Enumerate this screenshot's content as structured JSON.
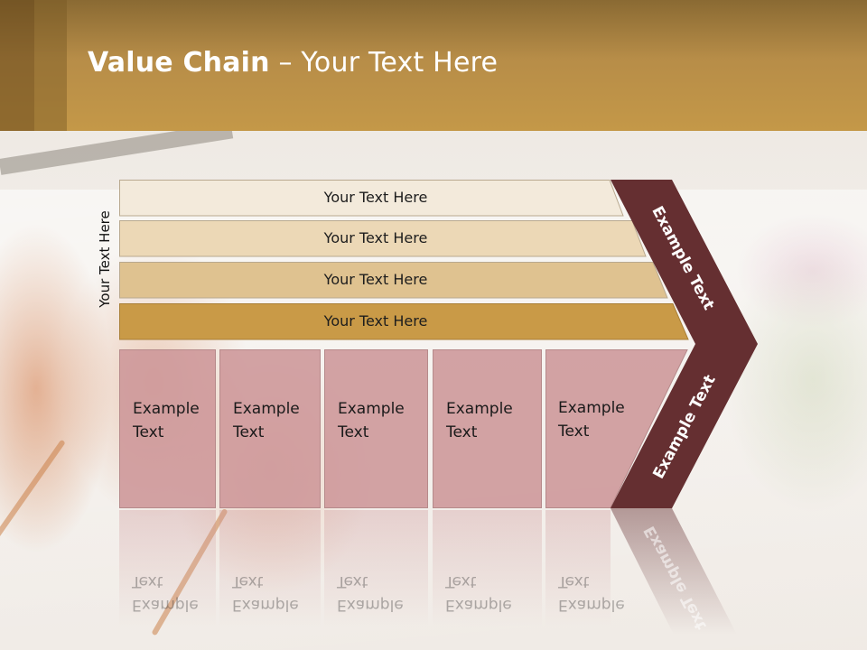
{
  "slide": {
    "title_bold": "Value Chain",
    "title_rest": " – Your Text Here",
    "side_label": "Your Text Here"
  },
  "bars": [
    {
      "label": "Your Text Here",
      "color": "#f3eadb"
    },
    {
      "label": "Your Text Here",
      "color": "#ecd8b6"
    },
    {
      "label": "Your Text Here",
      "color": "#dfc290"
    },
    {
      "label": "Your Text Here",
      "color": "#c99a47"
    }
  ],
  "boxes": [
    {
      "label": "Example\nText"
    },
    {
      "label": "Example\nText"
    },
    {
      "label": "Example\nText"
    },
    {
      "label": "Example\nText"
    },
    {
      "label": "Example\nText"
    }
  ],
  "chevron": {
    "top_label": "Example Text",
    "bottom_label": "Example Text",
    "color": "#652f31"
  },
  "colors": {
    "header": "#c49848",
    "box_fill": "#cd9698"
  }
}
